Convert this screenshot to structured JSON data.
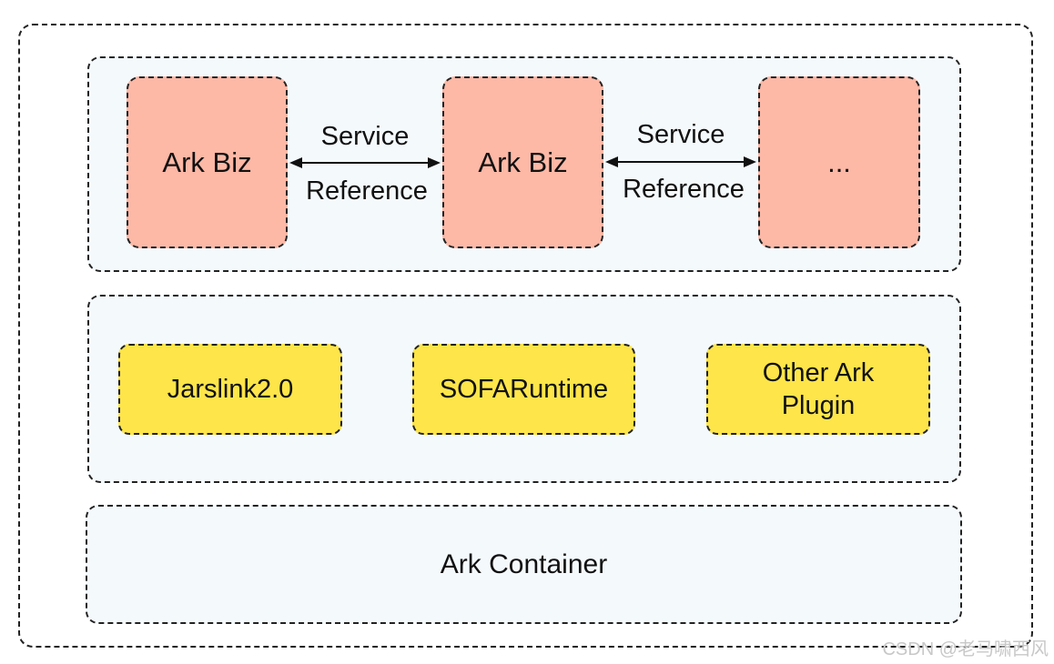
{
  "biz_layer": {
    "boxes": [
      {
        "label": "Ark Biz"
      },
      {
        "label": "Ark Biz"
      },
      {
        "label": "..."
      }
    ],
    "links": [
      {
        "top": "Service",
        "bottom": "Reference"
      },
      {
        "top": "Service",
        "bottom": "Reference"
      }
    ]
  },
  "plugin_layer": {
    "plugins": [
      {
        "label": "Jarslink2.0"
      },
      {
        "label": "SOFARuntime"
      },
      {
        "label_line1": "Other Ark",
        "label_line2": "Plugin"
      }
    ]
  },
  "container_layer": {
    "label": "Ark Container"
  },
  "watermark": "CSDN @老马啸西风",
  "colors": {
    "biz_fill": "#fdb8a6",
    "plugin_fill": "#fde54a",
    "layer_fill": "#f4f9fc",
    "border": "#222222"
  }
}
